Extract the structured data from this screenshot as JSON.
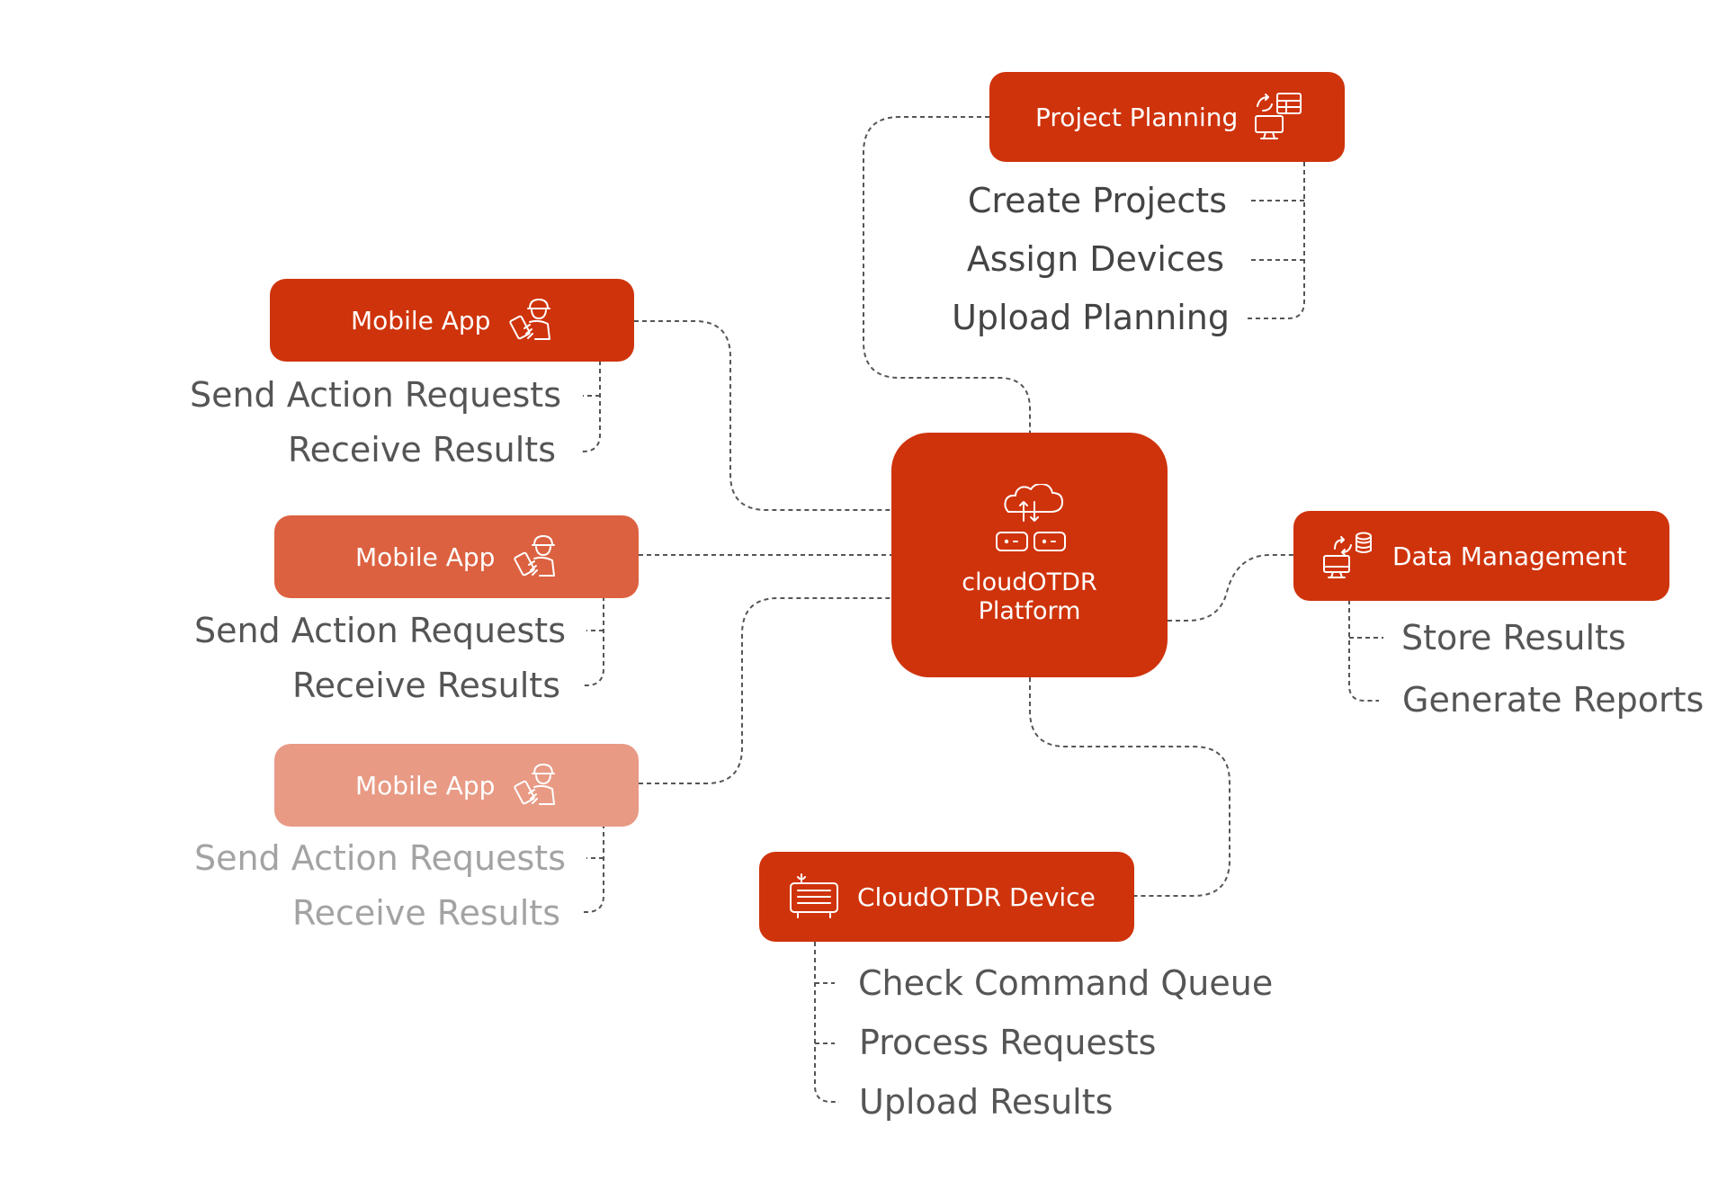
{
  "colors": {
    "primary": "#cf330b",
    "mobile_secondary": "#dc6140",
    "mobile_tertiary": "#e89a84",
    "connector": "#555555"
  },
  "center": {
    "title_line1": "cloudOTDR",
    "title_line2": "Platform",
    "icon": "cloud-sync-icon"
  },
  "project_planning": {
    "title": "Project Planning",
    "icon": "planning-icon",
    "items": [
      "Create Projects",
      "Assign Devices",
      "Upload Planning"
    ]
  },
  "mobile_apps": [
    {
      "title": "Mobile App",
      "icon": "technician-icon",
      "items": [
        "Send Action Requests",
        "Receive Results"
      ]
    },
    {
      "title": "Mobile App",
      "icon": "technician-icon",
      "items": [
        "Send Action Requests",
        "Receive Results"
      ]
    },
    {
      "title": "Mobile App",
      "icon": "technician-icon",
      "items": [
        "Send Action Requests",
        "Receive Results"
      ]
    }
  ],
  "data_management": {
    "title": "Data Management",
    "icon": "database-icon",
    "items": [
      "Store Results",
      "Generate Reports"
    ]
  },
  "device": {
    "title": "CloudOTDR Device",
    "icon": "otdr-device-icon",
    "items": [
      "Check Command Queue",
      "Process Requests",
      "Upload Results"
    ]
  }
}
